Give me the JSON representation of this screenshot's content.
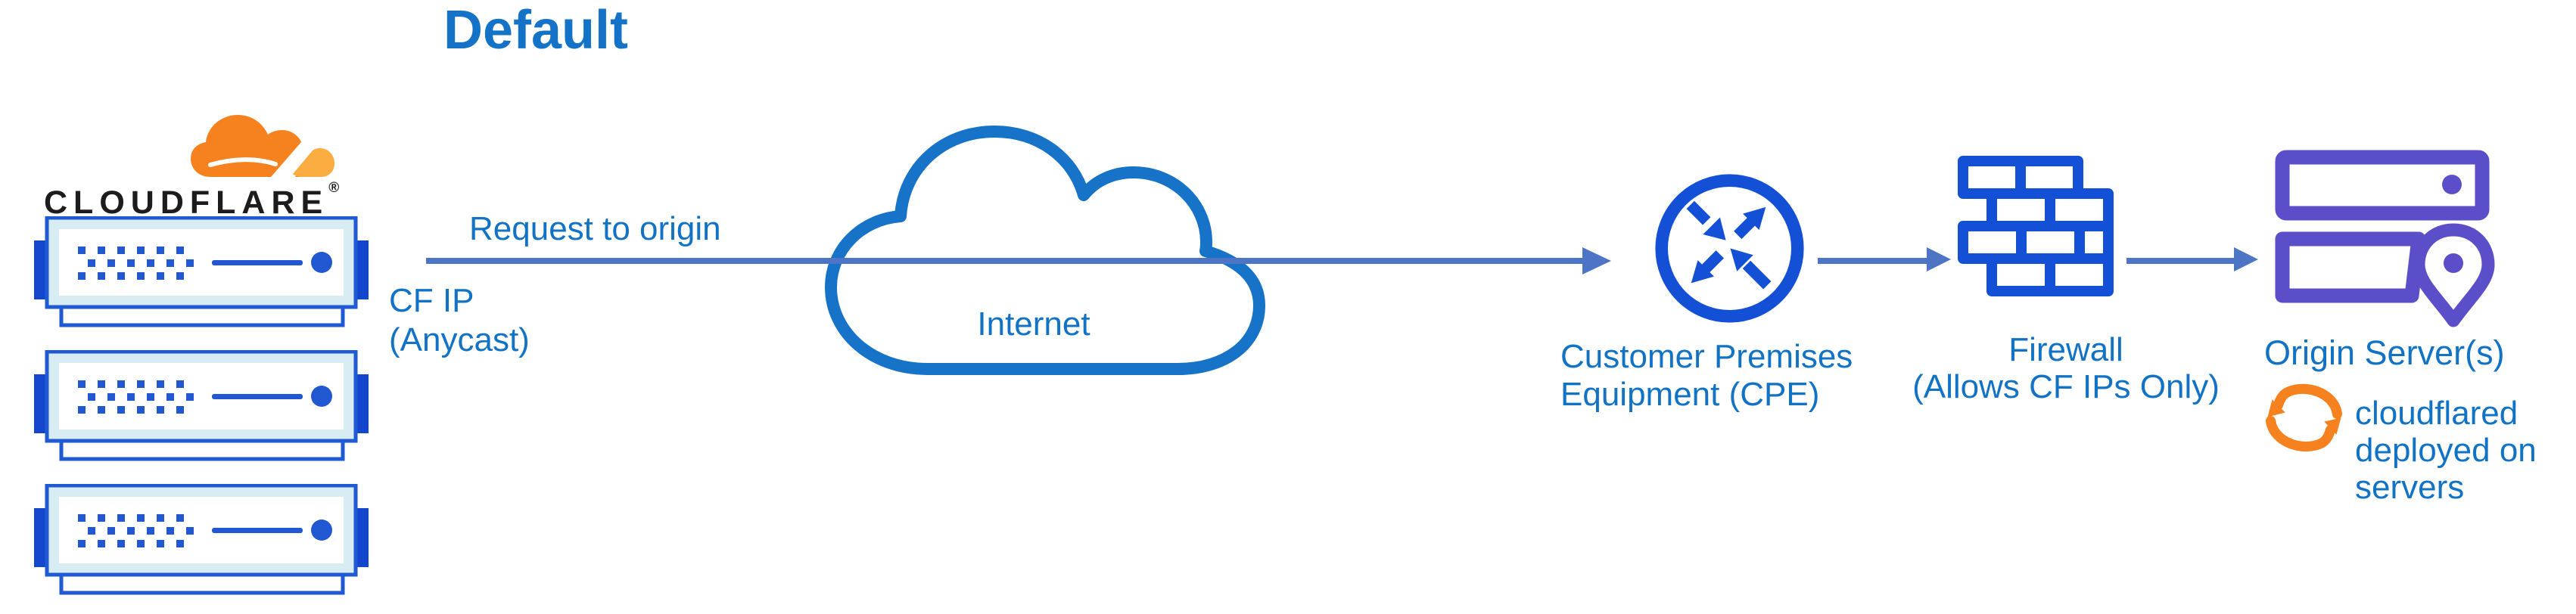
{
  "title": "Default",
  "cloudflare": {
    "wordmark": "CLOUDFLARE",
    "registered_mark": "®",
    "server_count": 3
  },
  "labels": {
    "request": "Request to origin",
    "cf_ip_line1": "CF IP",
    "cf_ip_line2": "(Anycast)",
    "internet": "Internet",
    "cpe_line1": "Customer Premises",
    "cpe_line2": "Equipment (CPE)",
    "firewall_line1": "Firewall",
    "firewall_line2": "(Allows CF IPs Only)",
    "origin": "Origin Server(s)",
    "cloudflared_note": "cloudflared deployed on servers"
  },
  "colors": {
    "text_blue": "#1273c5",
    "title_blue": "#1473c7",
    "flow_arrow_blue": "#4e74c6",
    "icon_blue": "#1450d6",
    "server_border_blue": "#1f59d3",
    "server_tab_blue": "#1345cd",
    "server_fill_light": "#d8ecf4",
    "internet_cloud_stroke": "#1673c8",
    "origin_purple": "#5b4ec9",
    "cloudflare_orange": "#f6821f",
    "cloudflare_orange_light": "#fbad41",
    "wordmark_black": "#1c1c1c"
  }
}
